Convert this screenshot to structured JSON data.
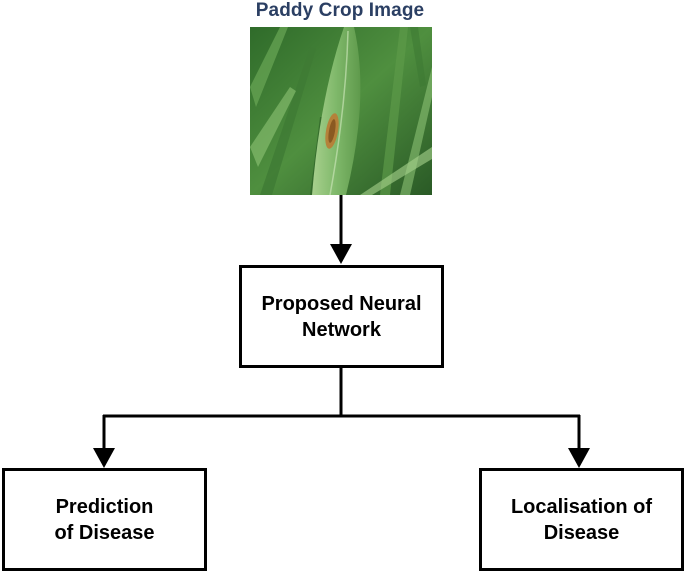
{
  "title": "Paddy Crop Image",
  "nodes": {
    "network": "Proposed Neural\nNetwork",
    "prediction": "Prediction\nof Disease",
    "localisation": "Localisation of\nDisease"
  },
  "colors": {
    "title": "#2b3f63",
    "box_border": "#000000",
    "leaf": "#7fb86a"
  }
}
